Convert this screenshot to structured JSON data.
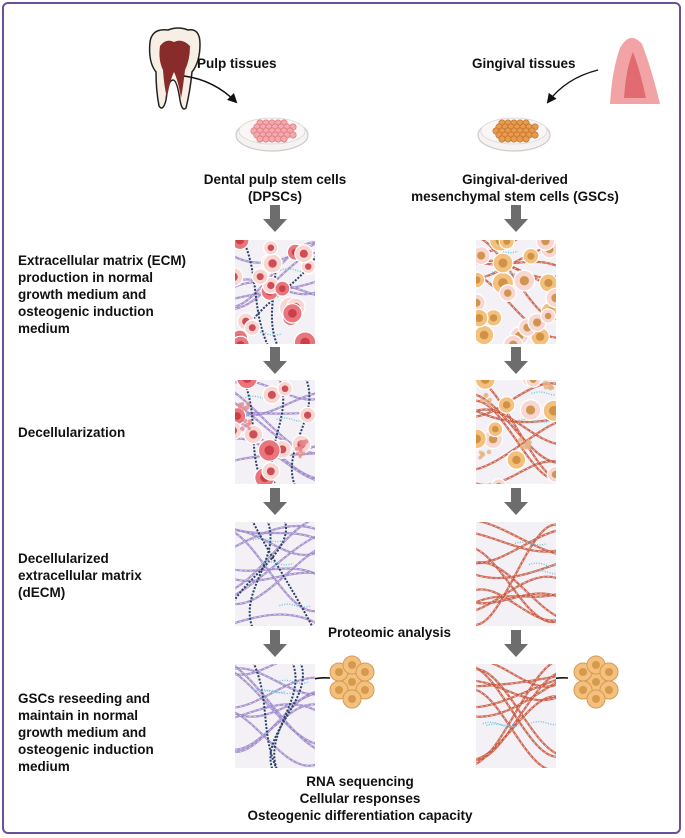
{
  "sources": {
    "left_tissue": "Pulp tissues",
    "right_tissue": "Gingival tissues"
  },
  "cells": {
    "left_label": "Dental pulp stem cells\n(DPSCs)",
    "right_label": "Gingival-derived\nmesenchymal stem cells (GSCs)"
  },
  "steps": [
    {
      "label": "Extracellular matrix (ECM)\nproduction in normal\ngrowth medium and\nosteogenic induction\nmedium"
    },
    {
      "label": "Decellularization"
    },
    {
      "label": "Decellularized\nextracellular matrix\n(dECM)"
    },
    {
      "label": "GSCs reseeding and\nmaintain in normal\ngrowth medium and\nosteogenic induction\nmedium"
    }
  ],
  "analyses": {
    "proteomic": "Proteomic analysis",
    "outcomes": "RNA sequencing\nCellular responses\nOsteogenic differentiation capacity"
  },
  "colors": {
    "frame": "#6b4f9a",
    "arrow": "#6d6d6d",
    "dpsc_cell": "#e8767c",
    "dpsc_nucleus": "#c9353f",
    "gsc_cell": "#f3c07e",
    "gsc_nucleus": "#c98a3a",
    "dpsc_fiber": "#9a86c9",
    "gsc_fiber": "#c8563c",
    "dark_fiber": "#2a3f66",
    "cyan_fiber": "#6ec3e0"
  }
}
